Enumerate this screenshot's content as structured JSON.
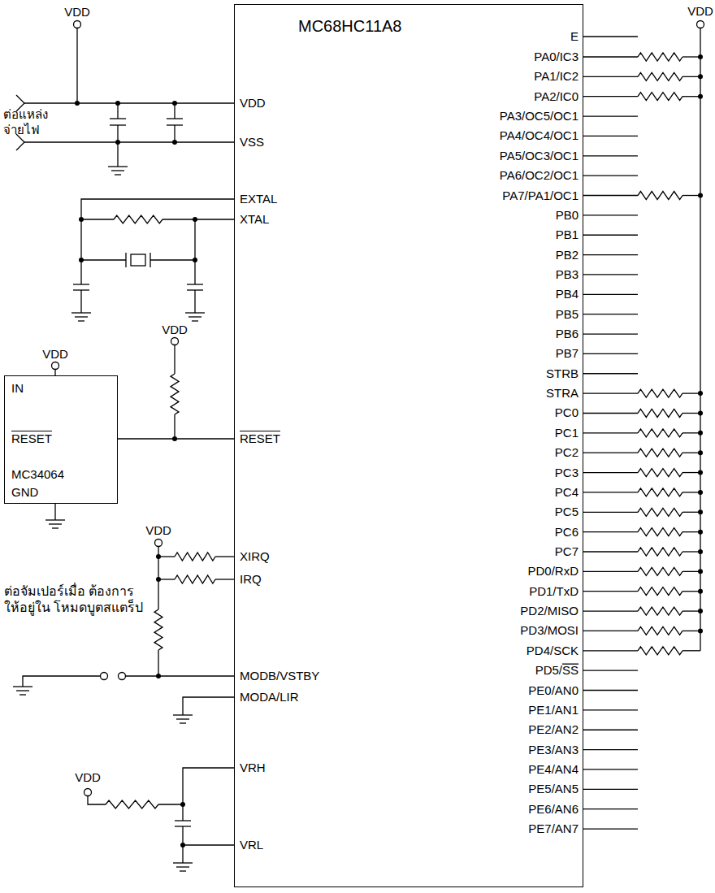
{
  "diagram": {
    "nodes": [
      {
        "text": [
          "MC68HC11A8"
        ]
      },
      {
        "text": [
          "IN",
          "RESET",
          "MC34064",
          "GND"
        ]
      }
    ],
    "edges": [
      {
        "from": 1,
        "to": 0,
        "arrow": "none"
      }
    ],
    "labels": [
      "VDD",
      "ต่อแหล่ง จ่ายไฟ",
      "VDD",
      "VDD",
      "VDD",
      "ต่อจัมเปอร์เมื่อ ต้องการให้อยู่ใน โหมดบูตสแตร็ป",
      "VDD",
      "VDD",
      "VDD",
      "VSS",
      "EXTAL",
      "XTAL",
      "RESET",
      "XIRQ",
      "IRQ",
      "MODB/VSTBY",
      "MODA/LIR",
      "VRH",
      "VRL",
      "E",
      "PA0/IC3",
      "PA1/IC2",
      "PA2/IC0",
      "PA3/OC5/OC1",
      "PA4/OC4/OC1",
      "PA5/OC3/OC1",
      "PA6/OC2/OC1",
      "PA7/PA1/OC1",
      "PB0",
      "PB1",
      "PB2",
      "PB3",
      "PB4",
      "PB5",
      "PB6",
      "PB7",
      "STRB",
      "STRA",
      "PC0",
      "PC1",
      "PC2",
      "PC3",
      "PC4",
      "PC5",
      "PC6",
      "PC7",
      "PD0/RxD",
      "PD1/TxD",
      "PD2/MISO",
      "PD3/MOSI",
      "PD4/SCK",
      "PD5/SS",
      "PE0/AN0",
      "PE1/AN1",
      "PE2/AN2",
      "PE3/AN3",
      "PE4/AN4",
      "PE5/AN5",
      "PE6/AN6",
      "PE7/AN7"
    ]
  }
}
